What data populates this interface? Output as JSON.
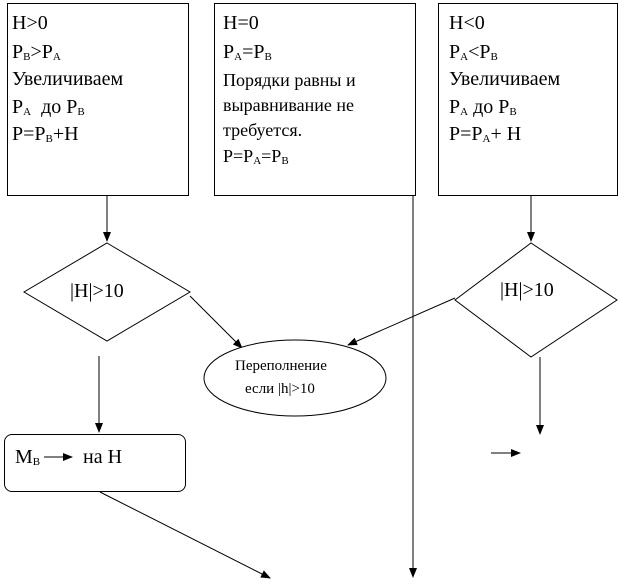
{
  "box_left": {
    "line1": "H>0",
    "line2": "PB>PA",
    "line3": "Увеличиваем",
    "line4": "PA  до PB",
    "line5": "P=PB+H"
  },
  "box_center": {
    "line1": "H=0",
    "line2": "PA=PB",
    "line3": "Порядки равны и",
    "line4": "выравнивание не",
    "line5": "требуется.",
    "line6": "P=PA=PB"
  },
  "box_right": {
    "line1": "H<0",
    "line2": "PA<PB",
    "line3": "Увеличиваем",
    "line4": "PA до PB",
    "line5": "P=PA+ H"
  },
  "decision_left": {
    "label": "|H|>10"
  },
  "decision_right": {
    "label": "|H|>10"
  },
  "overflow_ellipse": {
    "line1": "Переполнение",
    "line2": "если |h|>10"
  },
  "shift_box": {
    "m": "M",
    "m_sub": "B",
    "tail": "на H"
  }
}
